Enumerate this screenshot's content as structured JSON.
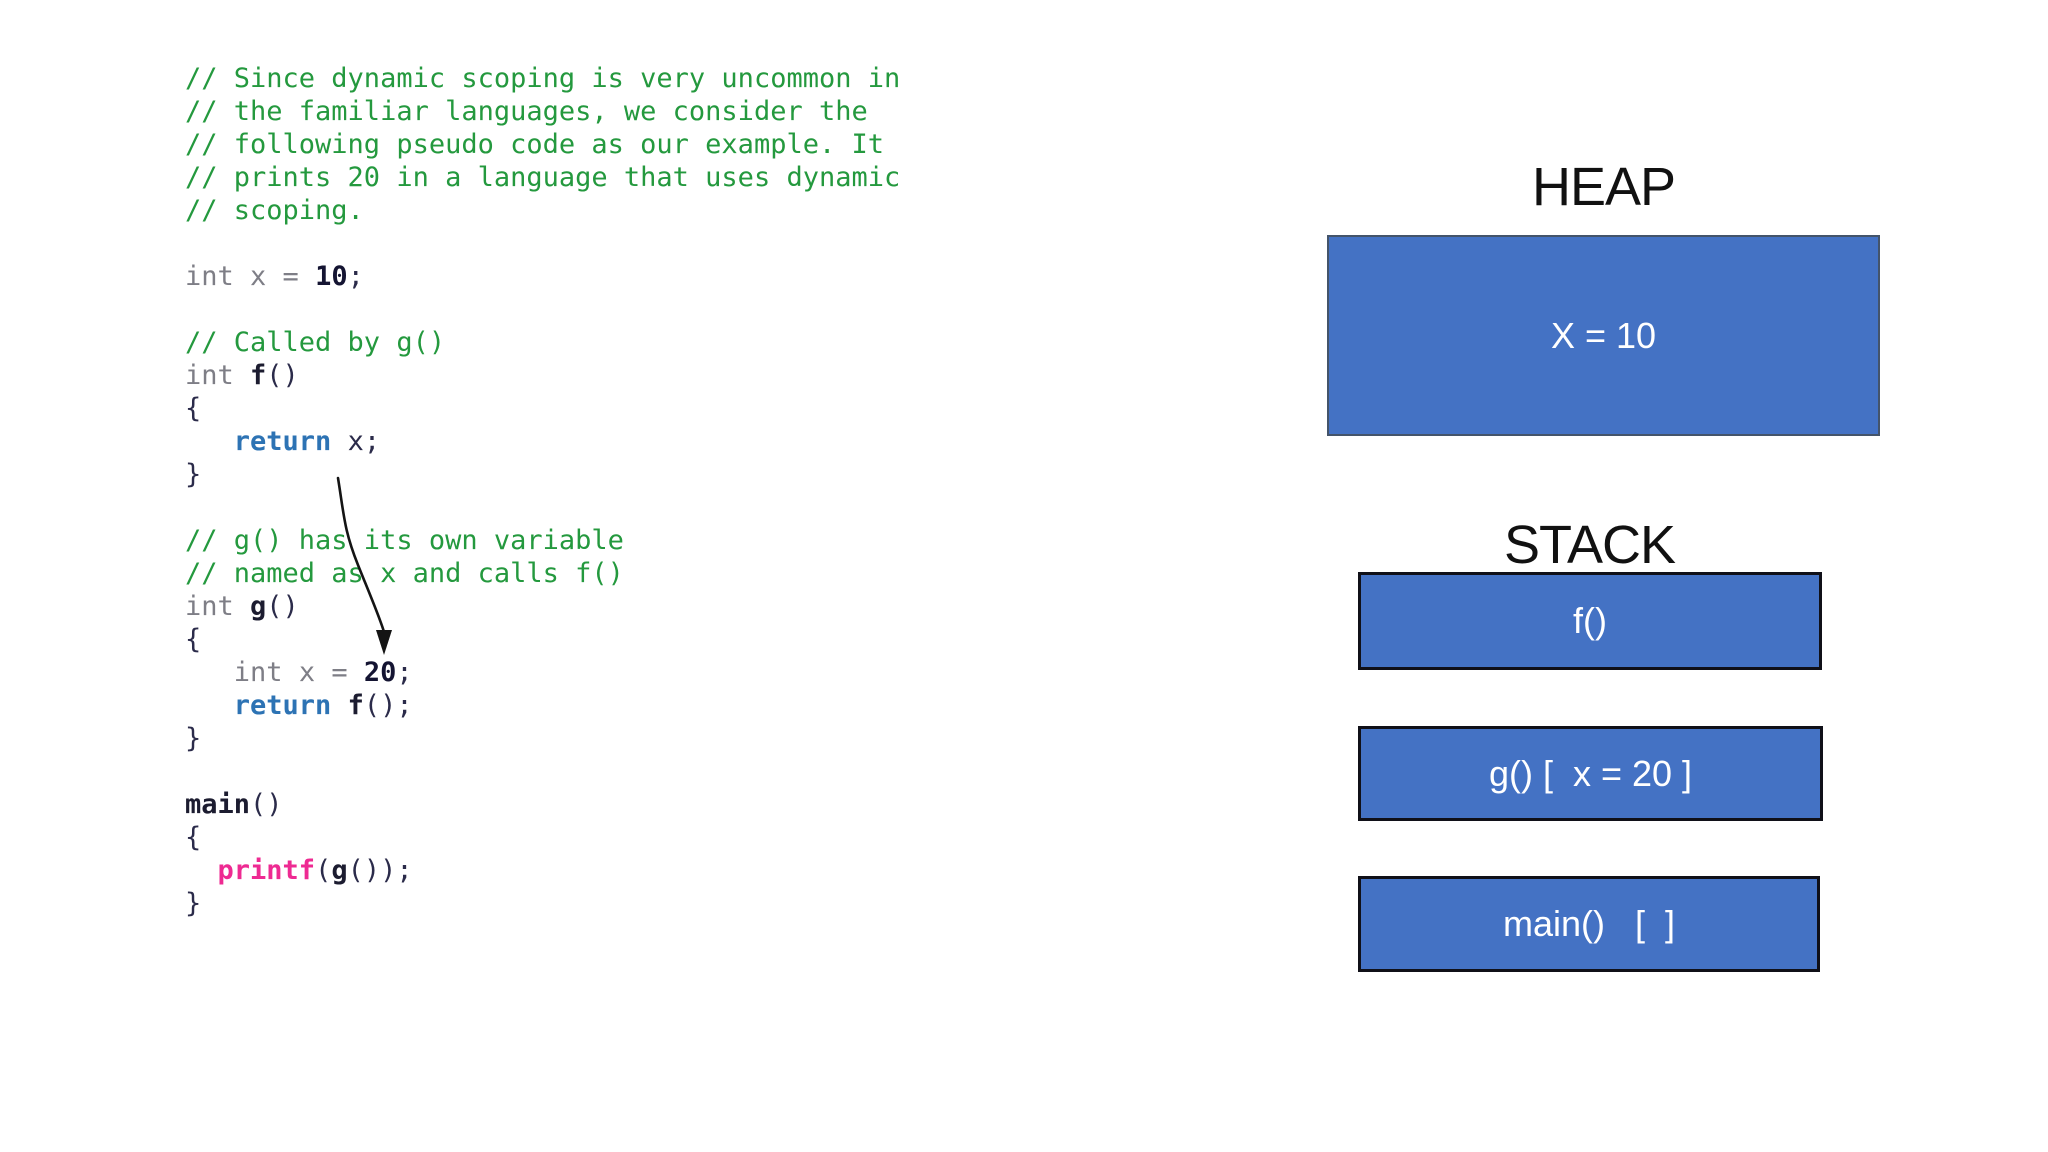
{
  "slide": {
    "background": "#ffffff"
  },
  "code": {
    "token_colors": {
      "comment": "#24993e",
      "keyword": "#7e7e86",
      "operator": "#7e7e86",
      "number": "#141432",
      "plain": "#2b2b4a",
      "return": "#2d73b4",
      "function": "#1c1c30",
      "printf": "#ee2a92"
    },
    "lines": [
      [
        [
          "comment",
          "// Since dynamic scoping is very uncommon in"
        ]
      ],
      [
        [
          "comment",
          "// the familiar languages, we consider the"
        ]
      ],
      [
        [
          "comment",
          "// following pseudo code as our example. It"
        ]
      ],
      [
        [
          "comment",
          "// prints 20 in a language that uses dynamic"
        ]
      ],
      [
        [
          "comment",
          "// scoping."
        ]
      ],
      [],
      [
        [
          "keyword",
          "int "
        ],
        [
          "operator",
          "x = "
        ],
        [
          "number",
          "10"
        ],
        [
          "plain",
          ";"
        ]
      ],
      [],
      [
        [
          "comment",
          "// Called by g()"
        ]
      ],
      [
        [
          "keyword",
          "int "
        ],
        [
          "function",
          "f"
        ],
        [
          "plain",
          "()"
        ]
      ],
      [
        [
          "plain",
          "{"
        ]
      ],
      [
        [
          "plain",
          "   "
        ],
        [
          "return",
          "return"
        ],
        [
          "plain",
          " x;"
        ]
      ],
      [
        [
          "plain",
          "}"
        ]
      ],
      [],
      [
        [
          "comment",
          "// g() has its own variable"
        ]
      ],
      [
        [
          "comment",
          "// named as x and calls f()"
        ]
      ],
      [
        [
          "keyword",
          "int "
        ],
        [
          "function",
          "g"
        ],
        [
          "plain",
          "()"
        ]
      ],
      [
        [
          "plain",
          "{"
        ]
      ],
      [
        [
          "plain",
          "   "
        ],
        [
          "keyword",
          "int "
        ],
        [
          "operator",
          "x = "
        ],
        [
          "number",
          "20"
        ],
        [
          "plain",
          ";"
        ]
      ],
      [
        [
          "plain",
          "   "
        ],
        [
          "return",
          "return"
        ],
        [
          "plain",
          " "
        ],
        [
          "function",
          "f"
        ],
        [
          "plain",
          "();"
        ]
      ],
      [
        [
          "plain",
          "}"
        ]
      ],
      [],
      [
        [
          "function",
          "main"
        ],
        [
          "plain",
          "()"
        ]
      ],
      [
        [
          "plain",
          "{"
        ]
      ],
      [
        [
          "plain",
          "  "
        ],
        [
          "printf",
          "printf"
        ],
        [
          "plain",
          "("
        ],
        [
          "function",
          "g"
        ],
        [
          "plain",
          "());"
        ]
      ],
      [
        [
          "plain",
          "}"
        ]
      ]
    ]
  },
  "diagram": {
    "heap_title": "HEAP",
    "heap_box_label": "X = 10",
    "stack_title": "STACK",
    "stack_frames": [
      "f()",
      "g() [  x = 20 ]",
      "main()   [  ]"
    ],
    "colors": {
      "box_fill": "#4472c4",
      "heap_border": "#44546a",
      "stack_border": "#101018",
      "box_text": "#ffffff",
      "title_color": "#111111",
      "arrow_color": "#141414"
    }
  }
}
